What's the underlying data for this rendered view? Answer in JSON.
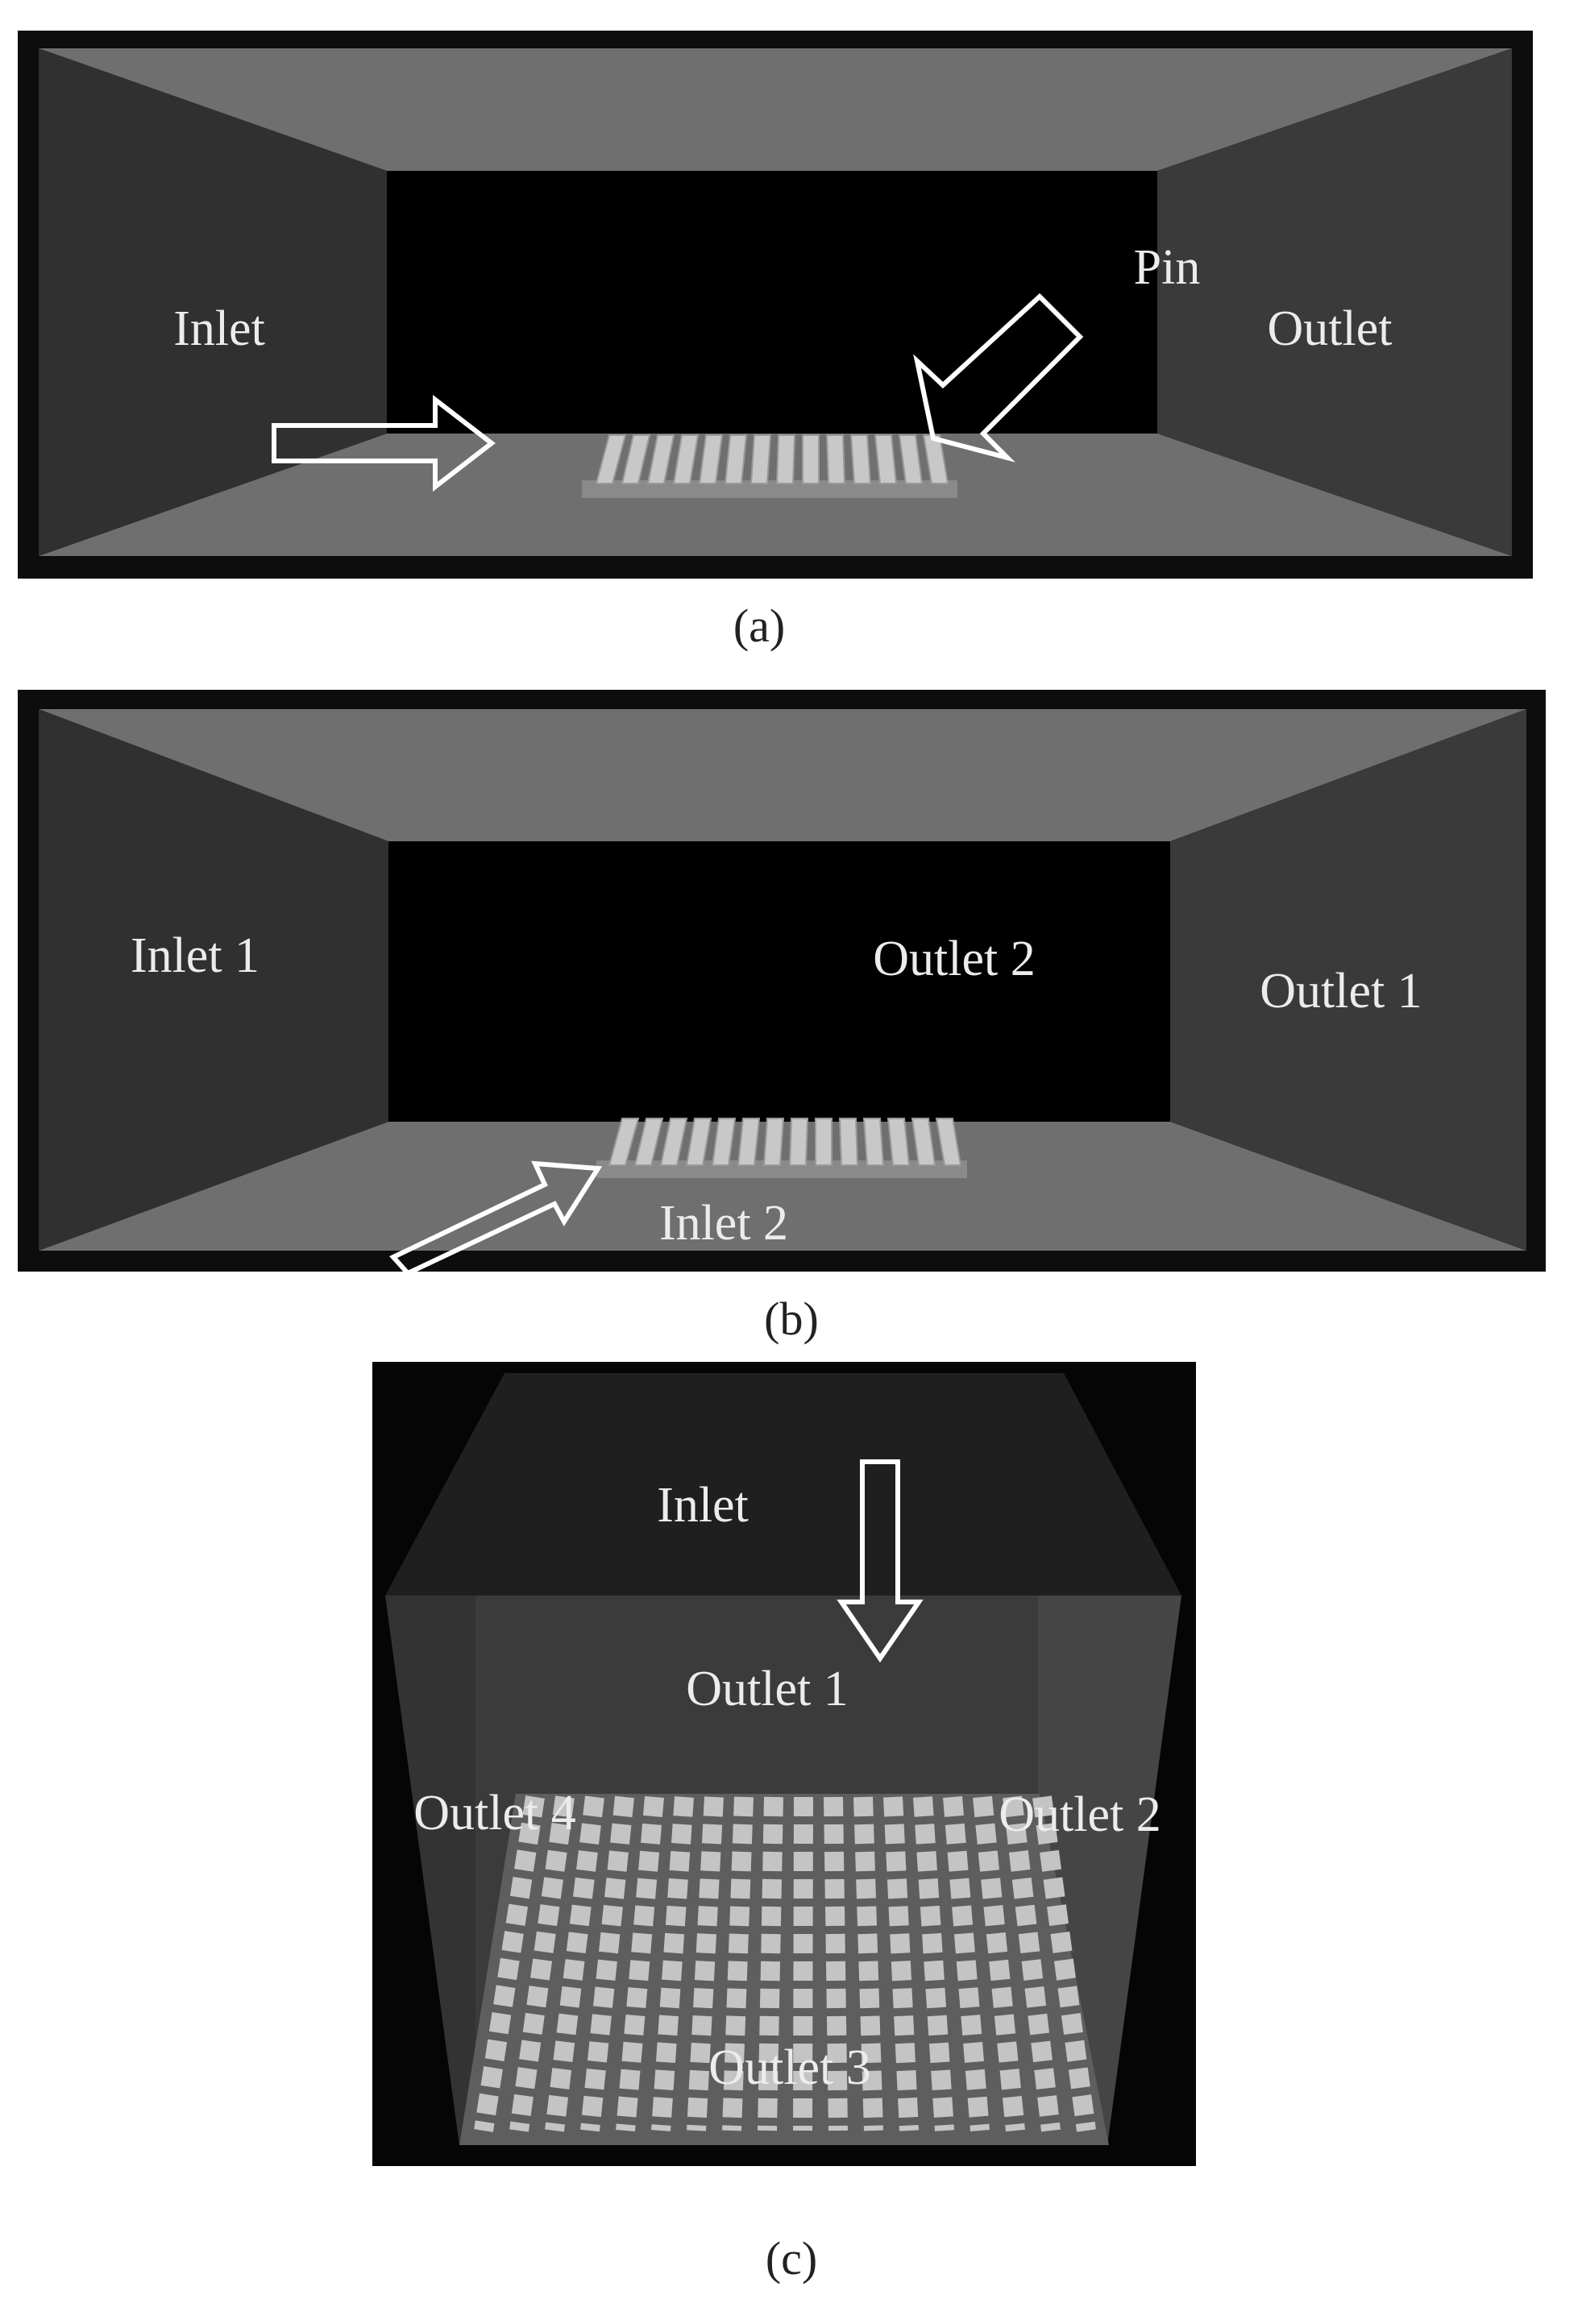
{
  "panels": [
    {
      "caption": "(a)",
      "labels": {
        "inlet": "Inlet",
        "outlet": "Outlet",
        "pin": "Pin"
      }
    },
    {
      "caption": "(b)",
      "labels": {
        "inlet_1": "Inlet 1",
        "outlet_2": "Outlet 2",
        "outlet_1": "Outlet 1",
        "inlet_2": "Inlet 2"
      }
    },
    {
      "caption": "(c)",
      "labels": {
        "inlet": "Inlet",
        "outlet_1": "Outlet 1",
        "outlet_4": "Outlet 4",
        "outlet_2": "Outlet 2",
        "outlet_3": "Outlet 3"
      }
    }
  ],
  "colors": {
    "frame": "#0d0d0d",
    "back_wall": "#000000",
    "floor_ceiling": "#6f6f6f",
    "side_wall": "#373737",
    "pin": "#c8c8c8",
    "label": "#ececec",
    "caption": "#222222"
  }
}
